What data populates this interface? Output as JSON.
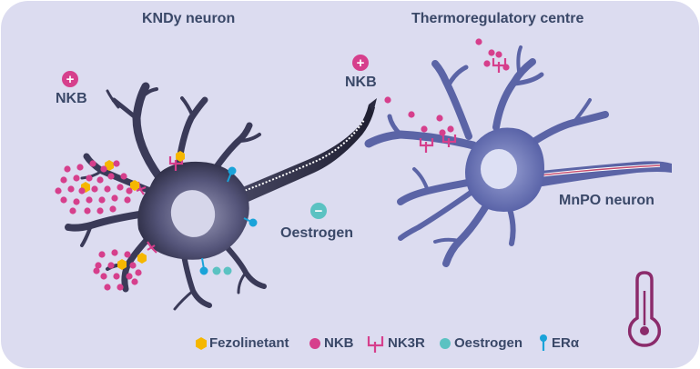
{
  "titles": {
    "left": "KNDy neuron",
    "right": "Thermoregulatory centre"
  },
  "labels": {
    "nkb_left": "NKB",
    "nkb_right": "NKB",
    "oestrogen": "Oestrogen",
    "mnpo": "MnPO neuron"
  },
  "symbols": {
    "plus": "+",
    "minus": "−"
  },
  "legend": {
    "fezolinetant": "Fezolinetant",
    "nkb": "NKB",
    "nk3r": "NK3R",
    "oestrogen": "Oestrogen",
    "era": "ERα"
  },
  "colors": {
    "background": "#dcdcf0",
    "nkb": "#d63f8c",
    "fezolinetant": "#f5b700",
    "nk3r": "#d63f8c",
    "oestrogen": "#5bc2c2",
    "era": "#1aa3d9",
    "knd_neuron": "#2e2d45",
    "mnpo_neuron": "#5b64a6",
    "thermometer": "#8b2b6b",
    "text": "#3a4868"
  }
}
